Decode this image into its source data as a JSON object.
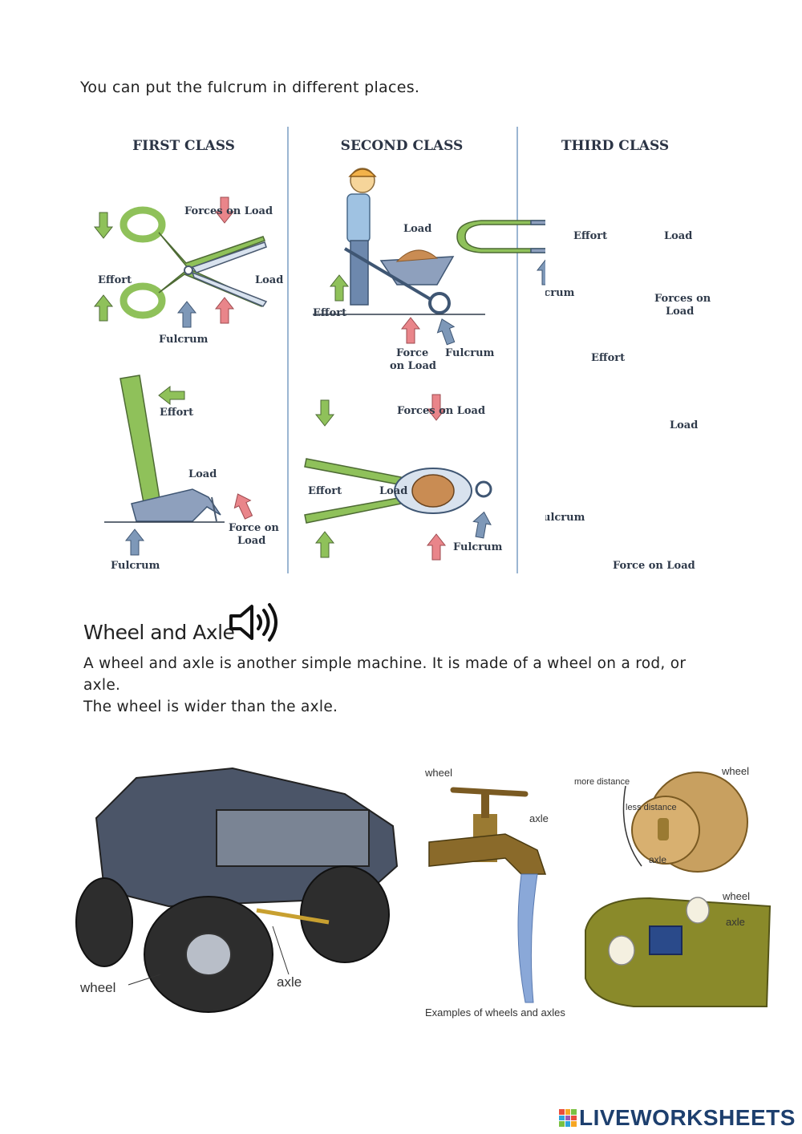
{
  "intro_text": "You can put the fulcrum in different places.",
  "levers": {
    "first_class": {
      "heading": "FIRST CLASS",
      "scissors": {
        "forces_on_load": "Forces on Load",
        "effort": "Effort",
        "load": "Load",
        "fulcrum": "Fulcrum"
      },
      "hammer": {
        "effort": "Effort",
        "load": "Load",
        "force_on_load_1": "Force on",
        "force_on_load_2": "Load",
        "fulcrum": "Fulcrum"
      }
    },
    "second_class": {
      "heading": "SECOND CLASS",
      "wheelbarrow": {
        "load": "Load",
        "effort": "Effort",
        "force_on_load_1": "Force",
        "force_on_load_2": "on Load",
        "fulcrum": "Fulcrum"
      },
      "nutcracker": {
        "forces_on_load": "Forces on Load",
        "effort": "Effort",
        "load": "Load",
        "fulcrum": "Fulcrum"
      }
    },
    "third_class": {
      "heading": "THIRD CLASS",
      "tongs": {
        "effort": "Effort",
        "load": "Load",
        "fulcrum": "Fulcrum",
        "forces_on_load_1": "Forces on",
        "forces_on_load_2": "Load"
      },
      "arm": {
        "effort": "Effort",
        "load": "Load",
        "fulcrum": "Fulcrum",
        "force_on_load": "Force on Load"
      }
    }
  },
  "wheel_axle": {
    "title": "Wheel and Axle",
    "speaker_icon": "speaker-icon",
    "line1": "A wheel and axle is another simple machine. It is made of a wheel on a rod, or",
    "line2": "axle.",
    "line3": "The wheel is wider than the axle."
  },
  "photos": {
    "truck": {
      "wheel": "wheel",
      "axle": "axle"
    },
    "tap": {
      "wheel": "wheel",
      "axle": "axle",
      "caption": "Examples of wheels and axles"
    },
    "knob": {
      "wheel": "wheel",
      "more_distance": "more distance",
      "less_distance": "less distance",
      "axle": "axle"
    },
    "skateboard": {
      "wheel": "wheel",
      "axle": "axle"
    }
  },
  "footer": {
    "brand": "LIVEWORKSHEETS"
  },
  "colors": {
    "effort": "#8fc15a",
    "load": "#e9858a",
    "fulcrum": "#7e98b8",
    "navy": "#1d3f6e"
  }
}
